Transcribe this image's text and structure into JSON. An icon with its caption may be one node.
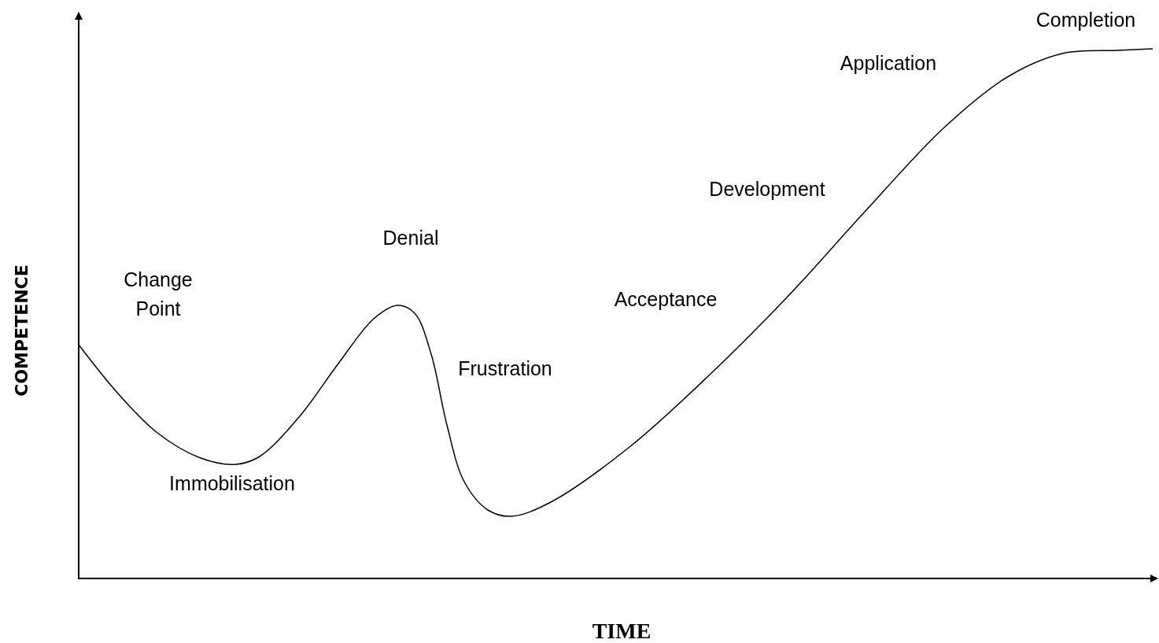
{
  "diagram": {
    "labels": [
      "Completion",
      "Application",
      "Development",
      "Denial",
      "Change Point",
      "Acceptance",
      "Frustration",
      "Immobilisation",
      "COMPETENCE",
      "TIME"
    ]
  }
}
